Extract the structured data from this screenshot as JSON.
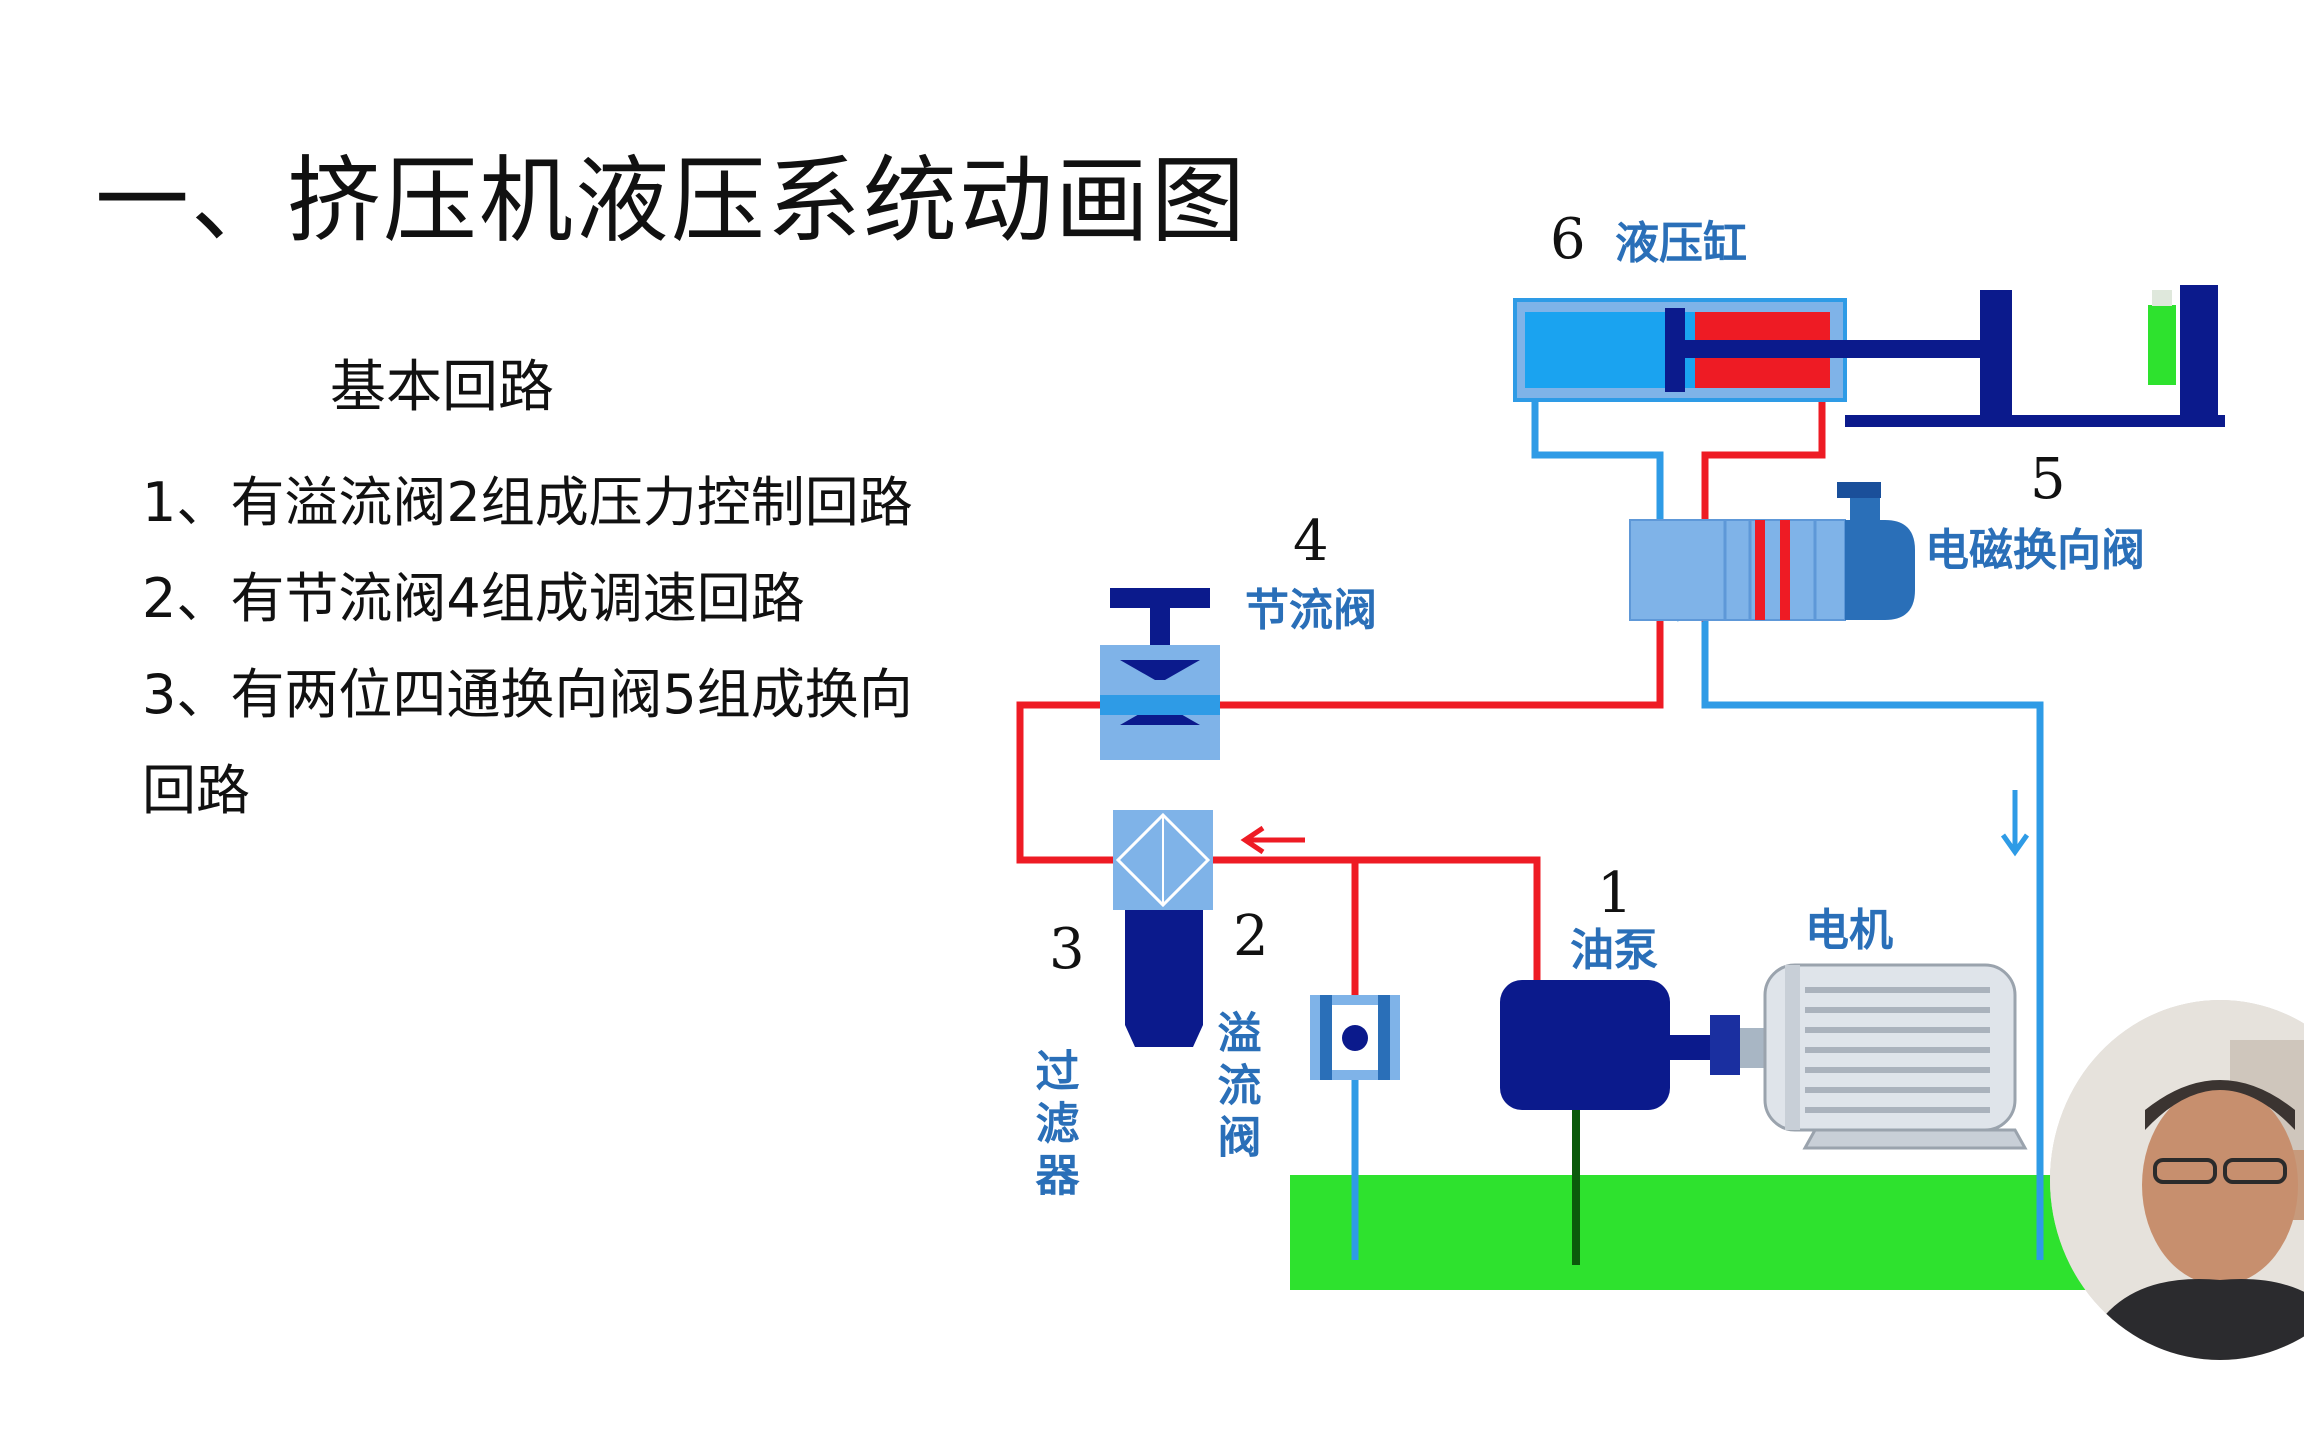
{
  "slide": {
    "title": "一、挤压机液压系统动画图",
    "subtitle": "基本回路",
    "points": [
      "1、有溢流阀2组成压力控制回路",
      "2、有节流阀4组成调速回路",
      "3、有两位四通换向阀5组成换向",
      "回路"
    ]
  },
  "diagram": {
    "components": [
      {
        "number": "1",
        "label": "油泵"
      },
      {
        "number": "2",
        "label": "溢流阀"
      },
      {
        "number": "3",
        "label": "过滤器"
      },
      {
        "number": "4",
        "label": "节流阀"
      },
      {
        "number": "5",
        "label": "电磁换向阀"
      },
      {
        "number": "6",
        "label": "液压缸"
      }
    ],
    "motor_label": "电机",
    "colors": {
      "pressure_line": "#ee1b24",
      "return_line": "#2e9be6",
      "component_blue": "#7fb3e8",
      "dark_navy": "#0b1a8c",
      "tank_green": "#2ee22e",
      "label_blue": "#2a6fb8"
    }
  },
  "webcam": {
    "icon": "presenter-video-icon"
  }
}
